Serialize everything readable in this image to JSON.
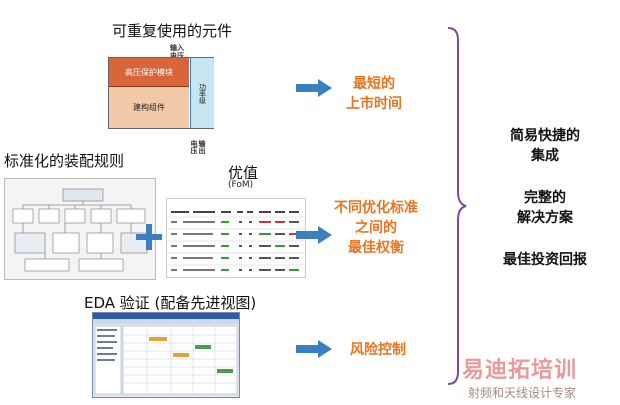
{
  "sections": {
    "reusable": {
      "title": "可重复使用的元件",
      "input_label": "输入\n电压",
      "protect_module": "高压保护模块",
      "topology": "建构组件",
      "power_switch": "功率级",
      "output_label": "输出\n电压"
    },
    "assembly": {
      "title": "标准化的装配规则"
    },
    "fom": {
      "title": "优值",
      "subtitle": "(FoM)"
    },
    "eda": {
      "title": "EDA 验证 (配备先进视图)"
    }
  },
  "outcomes": [
    {
      "text": "最短的\n上市时间"
    },
    {
      "text": "不同优化标准\n之间的\n最佳权衡"
    },
    {
      "text": "风险控制"
    }
  ],
  "summary": {
    "line1": "简易快捷的\n集成",
    "line2": "完整的\n解决方案",
    "line3": "最佳投资回报"
  },
  "watermark": {
    "brand": "易迪拓培训",
    "tagline": "射频和天线设计专家"
  },
  "colors": {
    "accent": "#e8741e",
    "arrow_blue": "#3b7fbf",
    "bracket_purple": "#7b4aa0",
    "protect_fill": "#d9663a",
    "topology_fill": "#f2c9a8",
    "power_fill": "#c7e6f2"
  }
}
